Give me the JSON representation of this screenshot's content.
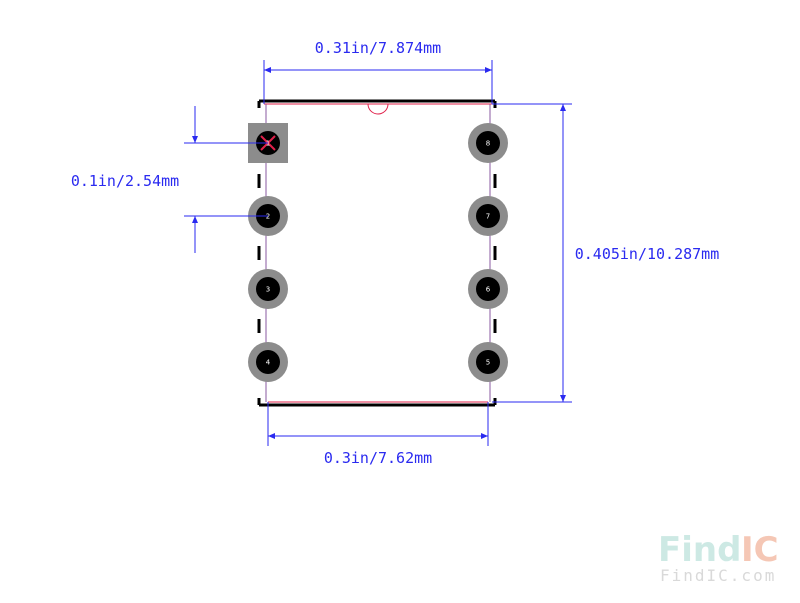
{
  "dimensions": {
    "top_width": "0.31in/7.874mm",
    "pitch": "0.1in/2.54mm",
    "height": "0.405in/10.287mm",
    "bottom_width": "0.3in/7.62mm"
  },
  "pins": [
    "1",
    "2",
    "3",
    "4",
    "5",
    "6",
    "7",
    "8"
  ],
  "colors": {
    "dimension": "#2a2af0",
    "outline": "#000000",
    "pad_ring": "#8c8c8c",
    "pad_hole": "#000000",
    "pin1_marker": "#e0204a",
    "logo": "#bfe6df"
  },
  "logo": {
    "text_find": "Find",
    "text_ic": "IC",
    "sub": "FindIC.com"
  }
}
